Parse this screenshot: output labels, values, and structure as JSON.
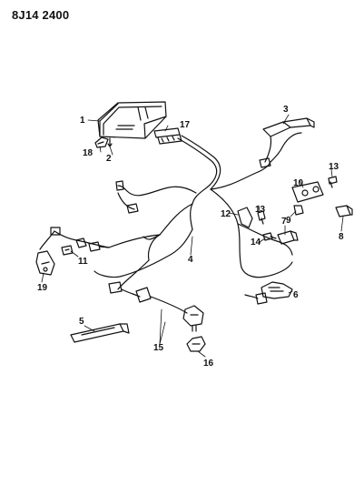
{
  "header": {
    "code": "8J14 2400"
  },
  "callouts": [
    "1",
    "2",
    "3",
    "4",
    "5",
    "6",
    "7",
    "8",
    "9",
    "10",
    "11",
    "12",
    "13",
    "13",
    "14",
    "15",
    "16",
    "17",
    "18",
    "19"
  ]
}
